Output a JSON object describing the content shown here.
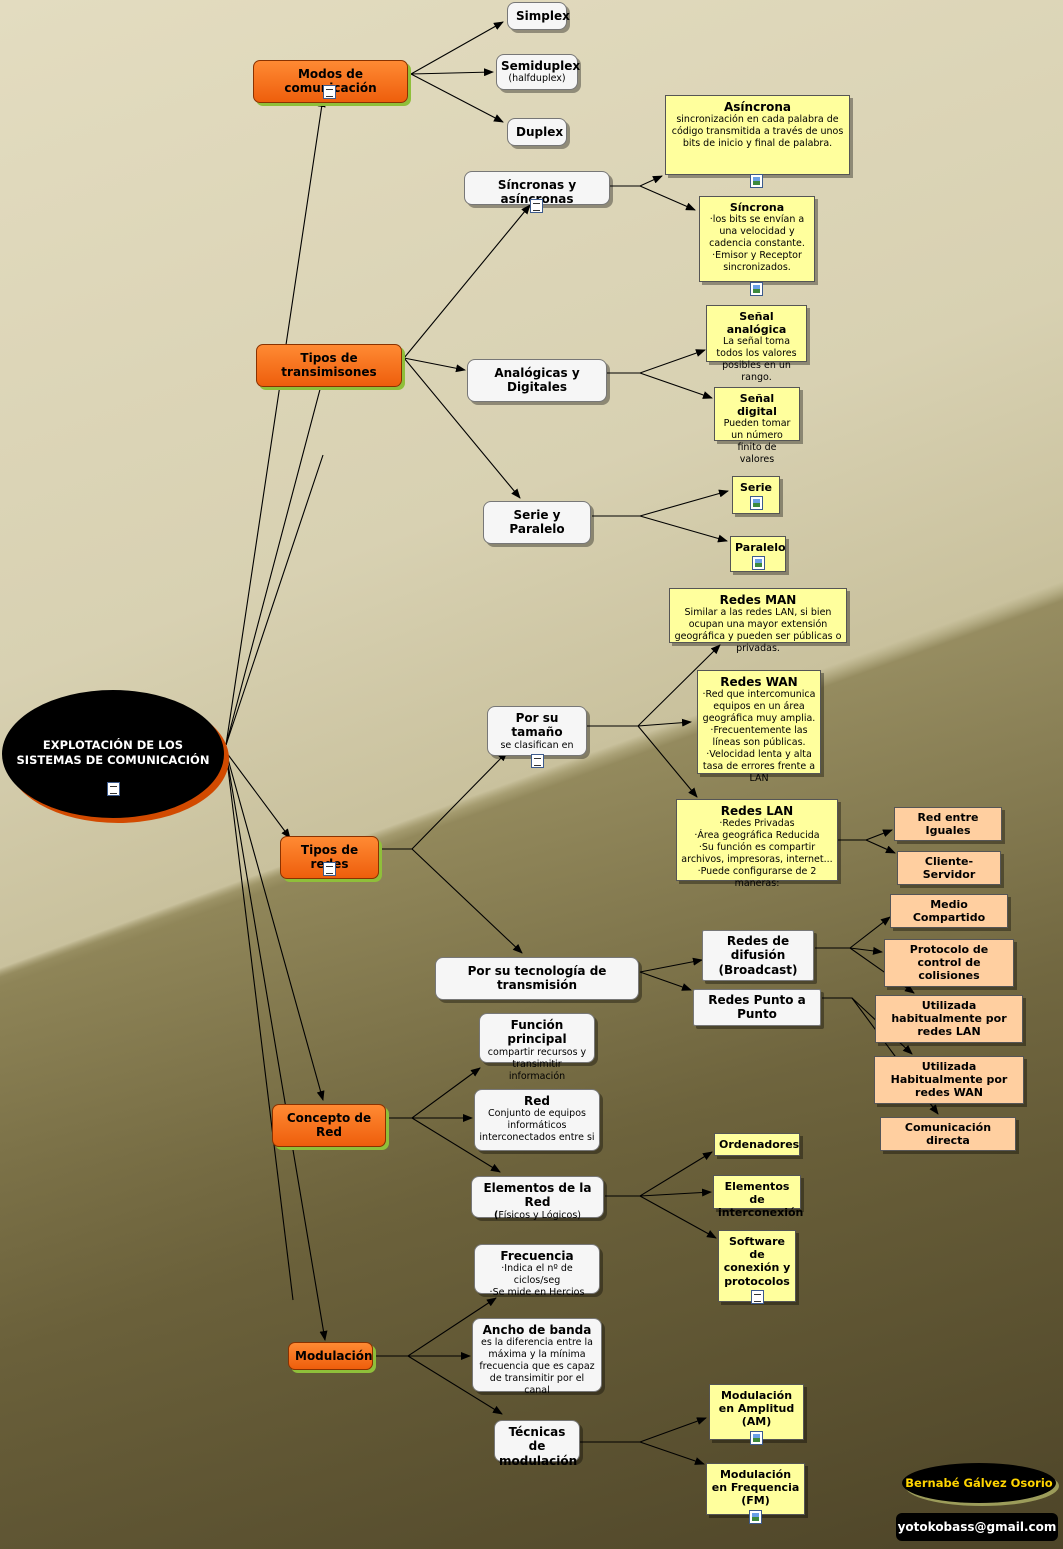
{
  "root": {
    "label_1": "EXPLOTACIÓN DE LOS",
    "label_2": "SISTEMAS DE COMUNICACIÓN"
  },
  "modos": {
    "title": "Modos de comunicación",
    "simplex": "Simplex",
    "semiduplex": "Semiduplex",
    "semiduplex_sub": "(halfduplex)",
    "duplex": "Duplex"
  },
  "transmisiones": {
    "title": "Tipos de transimisones",
    "sincronas": "Síncronas y asíncronas",
    "asincrona_title": "Asíncrona",
    "asincrona_text": "sincronización en cada palabra de código transmitida a través de unos bits de inicio y final de palabra.",
    "sincrona_title": "Síncrona",
    "sincrona_text_1": "·los bits se envían a una velocidad y cadencia constante.",
    "sincrona_text_2": "·Emisor y Receptor sincronizados.",
    "analogicas": "Analógicas y Digitales",
    "analogica_title": "Señal analógica",
    "analogica_text": "La señal toma todos los valores posibles en un rango.",
    "digital_title": "Señal digital",
    "digital_text": "Pueden tomar un número finito de valores",
    "serie_paralelo": "Serie y Paralelo",
    "serie": "Serie",
    "paralelo": "Paralelo"
  },
  "redes": {
    "title": "Tipos de redes",
    "tamano": "Por su tamaño",
    "tamano_sub": "se clasifican en",
    "man_title": "Redes MAN",
    "man_text": "Similar a las redes LAN, si bien ocupan una mayor extensión geográfica y pueden ser públicas o privadas.",
    "wan_title": "Redes WAN",
    "wan_text_1": "·Red que intercomunica equipos en un área geográfica muy amplia.",
    "wan_text_2": "·Frecuentemente las líneas son públicas.",
    "wan_text_3": "·Velocidad lenta y alta tasa de errores frente a LAN",
    "lan_title": "Redes LAN",
    "lan_text_1": "·Redes Privadas",
    "lan_text_2": "·Área geográfica Reducida",
    "lan_text_3": "·Su función es compartir archivos, impresoras, internet...",
    "lan_text_4": "·Puede configurarse de 2 maneras:",
    "iguales": "Red entre Iguales",
    "cliente": "Cliente-Servidor",
    "tecnologia": "Por su tecnología de transmisión",
    "difusion_1": "Redes de difusión",
    "difusion_2": "(Broadcast)",
    "punto": "Redes Punto a Punto",
    "medio": "Medio Compartido",
    "protocolo": "Protocolo de control de colisiones",
    "util_lan": "Utilizada habitualmente por redes LAN",
    "util_wan": "Utilizada Habitualmente por redes WAN",
    "directa": "Comunicación directa"
  },
  "concepto": {
    "title": "Concepto de Red",
    "funcion_title": "Función principal",
    "funcion_text": "compartir recursos y transimitir información",
    "red_title": "Red",
    "red_text": "Conjunto de equipos informáticos interconectados entre si",
    "elementos_title": "Elementos de la Red",
    "elementos_sub_paren_open": "(",
    "elementos_sub": "Físicos y Lógicos)",
    "ordenadores": "Ordenadores",
    "interconexion": "Elementos de interconexión",
    "software": "Software de conexión y protocolos"
  },
  "modulacion": {
    "title": "Modulación",
    "frecuencia_title": "Frecuencia",
    "frecuencia_text_1": "·Indica el nº de ciclos/seg",
    "frecuencia_text_2": "·Se mide en Hercios",
    "ancho_title": "Ancho de banda",
    "ancho_text": "es la diferencia entre la máxima y la mínima frecuencia que es capaz de transimitir por el canal",
    "tecnicas": "Técnicas de modulación",
    "am": "Modulación en Amplitud (AM)",
    "fm": "Modulación en Frequencia (FM)"
  },
  "author": "Bernabé Gálvez Osorio",
  "email": "yotokobass@gmail.com",
  "colors": {
    "main_node": "#ee5e0c",
    "sub_node": "#f6f6f6",
    "note_node": "#ffff9d",
    "leaf_node": "#ffcfa0",
    "root": "#000000",
    "author_text": "#ffd400"
  }
}
